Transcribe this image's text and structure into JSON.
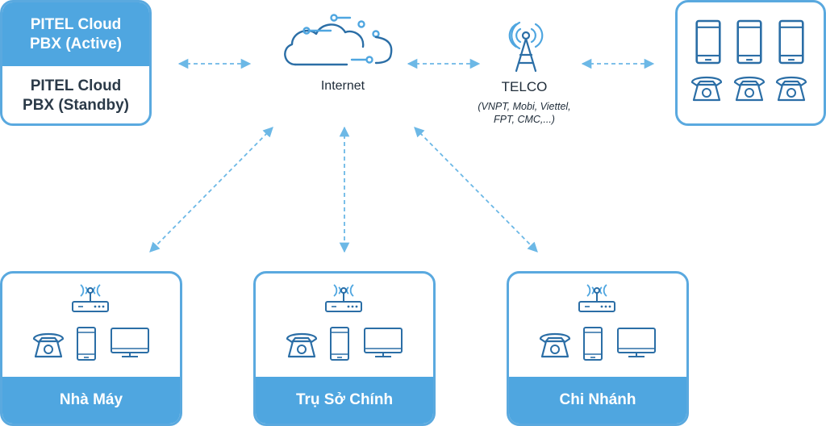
{
  "pbx": {
    "active_label": "PITEL Cloud\nPBX (Active)",
    "standby_label": "PITEL Cloud\nPBX (Standby)"
  },
  "internet": {
    "label": "Internet",
    "icon": "cloud-network-icon"
  },
  "telco": {
    "label": "TELCO",
    "providers": "(VNPT, Mobi, Viettel,\nFPT, CMC,...)",
    "icon": "antenna-tower-icon"
  },
  "devices_box": {
    "icons": [
      "smartphone-icon",
      "desk-phone-icon"
    ]
  },
  "sites": [
    {
      "label": "Nhà Máy"
    },
    {
      "label": "Trụ Sở Chính"
    },
    {
      "label": "Chi Nhánh"
    }
  ],
  "colors": {
    "accent": "#4fa6e0",
    "line": "#6cb8e6",
    "icon": "#2b6ea6"
  }
}
